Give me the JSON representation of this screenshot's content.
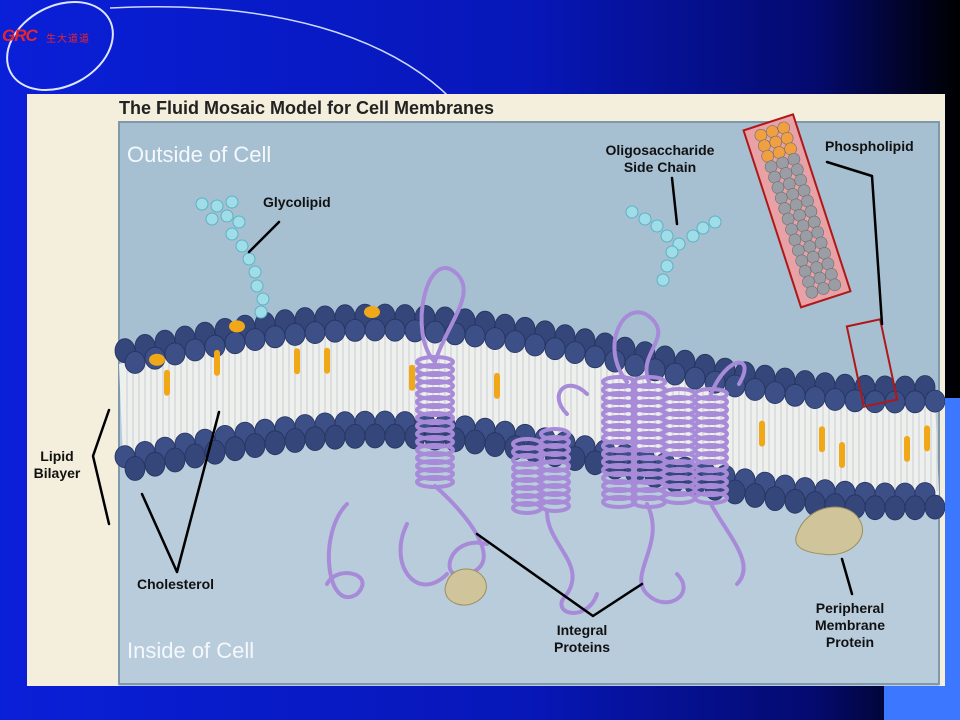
{
  "slide": {
    "logo_text": "GRC",
    "logo_subtext": "生大道道",
    "colors": {
      "background": "#0a1fd8",
      "logo": "#e8262a",
      "figure_bg": "#f4eedd"
    }
  },
  "diagram": {
    "title": "The Fluid Mosaic Model for Cell Membranes",
    "outside_label": "Outside of Cell",
    "inside_label": "Inside of Cell",
    "labels": {
      "glycolipid": "Glycolipid",
      "oligo_line1": "Oligosaccharide",
      "oligo_line2": "Side Chain",
      "phospholipid": "Phospholipid",
      "lipid_line1": "Lipid",
      "lipid_line2": "Bilayer",
      "cholesterol": "Cholesterol",
      "integral_line1": "Integral",
      "integral_line2": "Proteins",
      "peripheral_line1": "Peripheral",
      "peripheral_line2": "Membrane",
      "peripheral_line3": "Protein"
    },
    "colors": {
      "outside": "#a6c0d2",
      "inside": "#b8ccdc",
      "lipid_head": "#3c4f86",
      "tail_core": "#eef0ee",
      "cholesterol": "#f0a818",
      "protein": "#a78bd8",
      "sugar": "#9fdde8",
      "peripheral_protein": "#cfc49a"
    }
  }
}
